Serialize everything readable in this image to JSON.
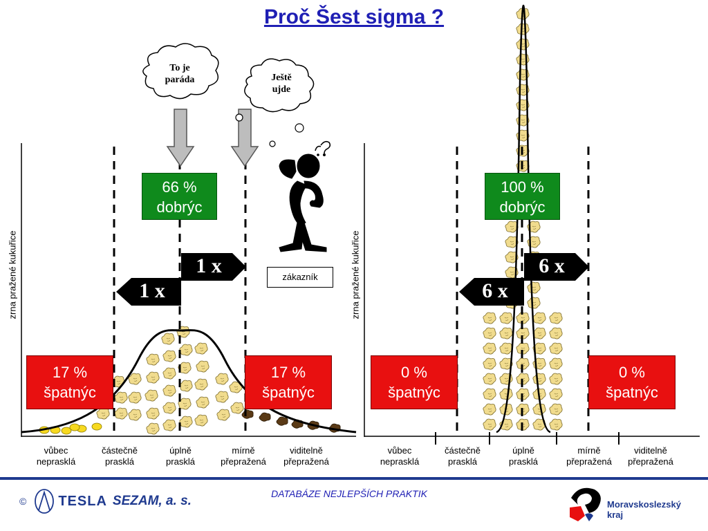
{
  "title": "Proč Šest sigma ?",
  "y_axis_label": "zrna pražené kukuřice",
  "categories": [
    "vůbec\nneprasklá",
    "částečně\nprasklá",
    "úplně\nprasklá",
    "mírně\npřepražená",
    "viditelně\npřepražená"
  ],
  "left_panel": {
    "good_tag": "66 %\ndobrýc",
    "bad_left": "17 %\nšpatnýc",
    "bad_right": "17 %\nšpatnýc",
    "sigma_upper": "1 x",
    "sigma_lower": "1 x"
  },
  "right_panel": {
    "good_tag": "100 %\ndobrýc",
    "bad_left": "0 %\nšpatnýc",
    "bad_right": "0 %\nšpatnýc",
    "sigma_upper": "6 x",
    "sigma_lower": "6 x"
  },
  "bubbles": {
    "left": "To je\nparáda",
    "right": "Ještě\nujde"
  },
  "customer_label": "zákazník",
  "footer": {
    "copyright": "©",
    "company": "TESLA",
    "company_suffix": "SEZAM, a. s.",
    "center": "DATABÁZE NEJLEPŠÍCH PRAKTIK",
    "region": "Moravskoslezský\nkraj"
  },
  "colors": {
    "title": "#1f1fb4",
    "good": "#0f8a1c",
    "bad": "#e81010",
    "popcorn": "#f1dc8e",
    "footer": "#1f3a8f"
  },
  "icons": [
    "thought-bubble",
    "down-arrow",
    "thinking-person",
    "tesla-logo",
    "region-logo"
  ]
}
